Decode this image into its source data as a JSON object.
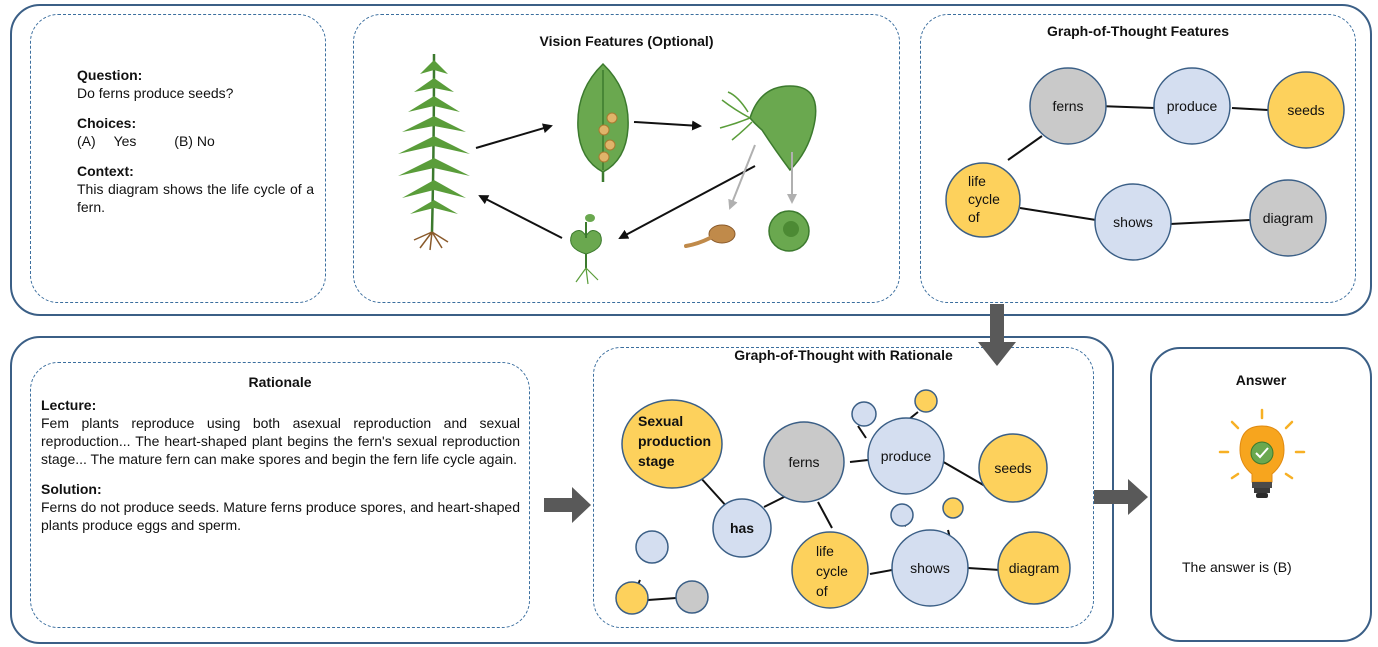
{
  "input": {
    "question_label": "Question:",
    "question_text": "Do ferns produce seeds?",
    "choices_label": "Choices:",
    "choice_a_key": "(A)",
    "choice_a_text": "Yes",
    "choice_b_text": "(B) No",
    "context_label": "Context:",
    "context_text": "This diagram shows the life cycle of a fern."
  },
  "vision": {
    "title": "Vision Features (Optional)"
  },
  "got": {
    "title": "Graph-of-Thought Features",
    "nodes": {
      "ferns": "ferns",
      "produce": "produce",
      "seeds": "seeds",
      "life": "life",
      "cycle": "cycle",
      "of": "of",
      "shows": "shows",
      "diagram": "diagram"
    }
  },
  "rationale": {
    "title": "Rationale",
    "lecture_label": "Lecture:",
    "lecture_text": "Fem plants reproduce using both asexual reproduction and sexual reproduction... The heart-shaped plant begins the fern's sexual reproduction stage... The mature fern can make spores and begin the fern life cycle again.",
    "solution_label": "Solution:",
    "solution_text": "Ferns do not produce seeds. Mature ferns produce spores, and heart-shaped plants produce eggs and sperm."
  },
  "got_rationale": {
    "title": "Graph-of-Thought with Rationale",
    "nodes": {
      "sexual": "Sexual",
      "production": "production",
      "stage": "stage",
      "ferns": "ferns",
      "produce": "produce",
      "seeds": "seeds",
      "has": "has",
      "life": "life",
      "cycle": "cycle",
      "of": "of",
      "shows": "shows",
      "diagram": "diagram"
    }
  },
  "answer": {
    "title": "Answer",
    "text": "The answer is (B)"
  },
  "colors": {
    "frame": "#3b5f86",
    "dash": "#3b6e9e",
    "node_yellow": "#fdd15c",
    "node_grey": "#c9c9c9",
    "node_blue": "#d4def0",
    "arrow_grey": "#595959"
  },
  "icons": [
    "fern-plant-icon",
    "fern-leaf-sori-icon",
    "sporangium-icon",
    "spore-icon",
    "cell-icon",
    "sprout-icon",
    "lightbulb-icon",
    "check-icon"
  ]
}
